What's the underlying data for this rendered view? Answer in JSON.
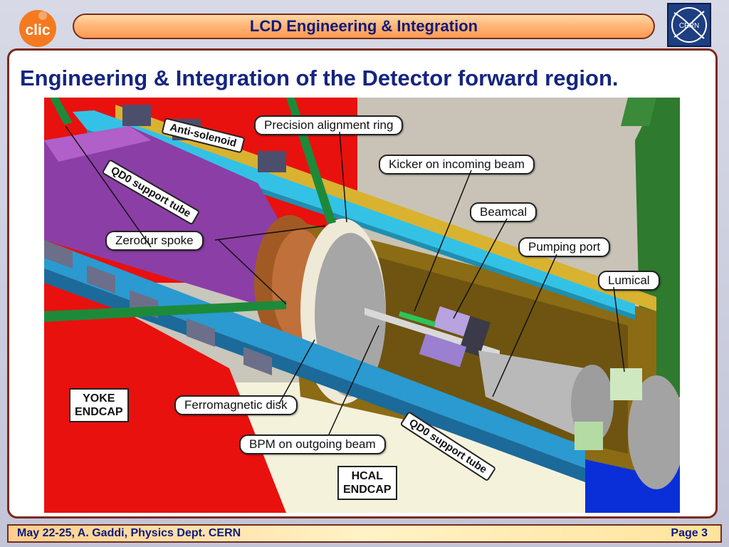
{
  "header": {
    "title": "LCD Engineering & Integration",
    "left_logo_text": "clic",
    "right_logo_text": "CERN"
  },
  "slide": {
    "title": "Engineering & Integration of the Detector forward region."
  },
  "figure": {
    "callouts": {
      "precision_ring": "Precision alignment ring",
      "kicker": "Kicker on incoming beam",
      "beamcal": "Beamcal",
      "pumping_port": "Pumping port",
      "lumical": "Lumical",
      "zerodur_spoke": "Zerodur spoke",
      "ferromagnetic_disk": "Ferromagnetic disk",
      "bpm": "BPM on outgoing beam",
      "anti_solenoid": "Anti-solenoid",
      "qd0_tube_upper": "QD0 support tube",
      "qd0_tube_lower": "QD0 support tube"
    },
    "yoke_line1": "YOKE",
    "yoke_line2": "ENDCAP",
    "hcal_line1": "HCAL",
    "hcal_line2": "ENDCAP"
  },
  "footer": {
    "left": "May 22-25, A. Gaddi, Physics Dept. CERN",
    "page_prefix": "Page",
    "page_number": "3"
  },
  "colors": {
    "title_blue": "#15257f",
    "frame_brown": "#7a2a1a",
    "yoke_red": "#e8110e",
    "tube_cyan": "#33c2e6",
    "tube_purple": "#8b3ea6"
  }
}
